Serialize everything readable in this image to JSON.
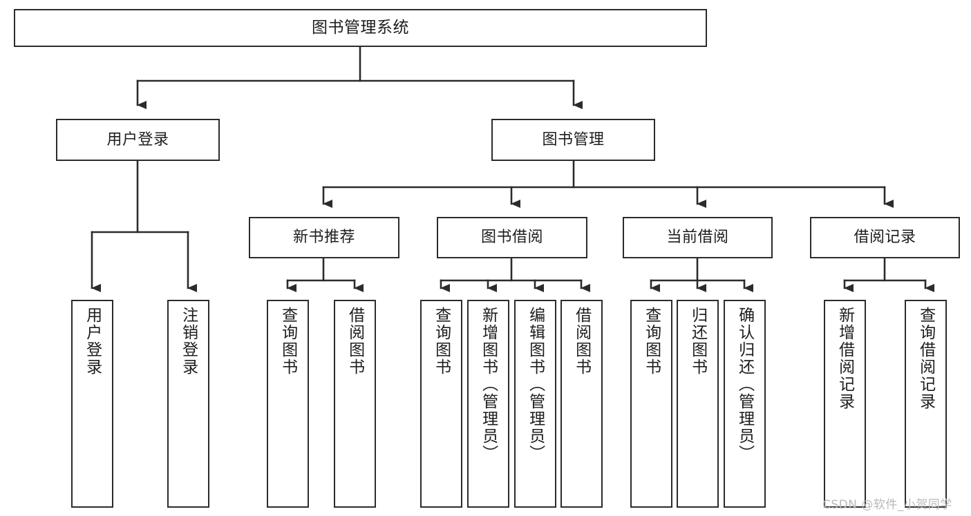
{
  "diagram": {
    "title_text": "图书管理系统",
    "stroke_color": "#2b2b2b",
    "fill_color": "#ffffff",
    "watermark": "CSDN @软件_小贺同学"
  },
  "nodes": {
    "root": {
      "label": "图书管理系统"
    },
    "user_login": {
      "label": "用户登录"
    },
    "book_manage": {
      "label": "图书管理"
    },
    "new_book_rec": {
      "label": "新书推荐"
    },
    "book_borrow": {
      "label": "图书借阅"
    },
    "current_borrow": {
      "label": "当前借阅"
    },
    "borrow_record": {
      "label": "借阅记录"
    },
    "leaf_user_login": {
      "label": "用户登录"
    },
    "leaf_logout": {
      "label": "注销登录"
    },
    "leaf_query_book_1": {
      "label": "查询图书"
    },
    "leaf_borrow_book_1": {
      "label": "借阅图书"
    },
    "leaf_query_book_2": {
      "label": "查询图书"
    },
    "leaf_add_book_admin": {
      "label": "新增图书（管理员）"
    },
    "leaf_edit_book_admin": {
      "label": "编辑图书（管理员）"
    },
    "leaf_borrow_book_2": {
      "label": "借阅图书"
    },
    "leaf_query_book_3": {
      "label": "查询图书"
    },
    "leaf_return_book": {
      "label": "归还图书"
    },
    "leaf_confirm_return_admin": {
      "label": "确认归还（管理员）"
    },
    "leaf_add_borrow_record": {
      "label": "新增借阅记录"
    },
    "leaf_query_borrow_record": {
      "label": "查询借阅记录"
    }
  },
  "chart_data": {
    "type": "diagram",
    "title": "图书管理系统 功能结构图",
    "tree": {
      "name": "图书管理系统",
      "children": [
        {
          "name": "用户登录",
          "children": [
            {
              "name": "用户登录"
            },
            {
              "name": "注销登录"
            }
          ]
        },
        {
          "name": "图书管理",
          "children": [
            {
              "name": "新书推荐",
              "children": [
                {
                  "name": "查询图书"
                },
                {
                  "name": "借阅图书"
                }
              ]
            },
            {
              "name": "图书借阅",
              "children": [
                {
                  "name": "查询图书"
                },
                {
                  "name": "新增图书（管理员）"
                },
                {
                  "name": "编辑图书（管理员）"
                },
                {
                  "name": "借阅图书"
                }
              ]
            },
            {
              "name": "当前借阅",
              "children": [
                {
                  "name": "查询图书"
                },
                {
                  "name": "归还图书"
                },
                {
                  "name": "确认归还（管理员）"
                }
              ]
            },
            {
              "name": "借阅记录",
              "children": [
                {
                  "name": "新增借阅记录"
                },
                {
                  "name": "查询借阅记录"
                }
              ]
            }
          ]
        }
      ]
    }
  }
}
